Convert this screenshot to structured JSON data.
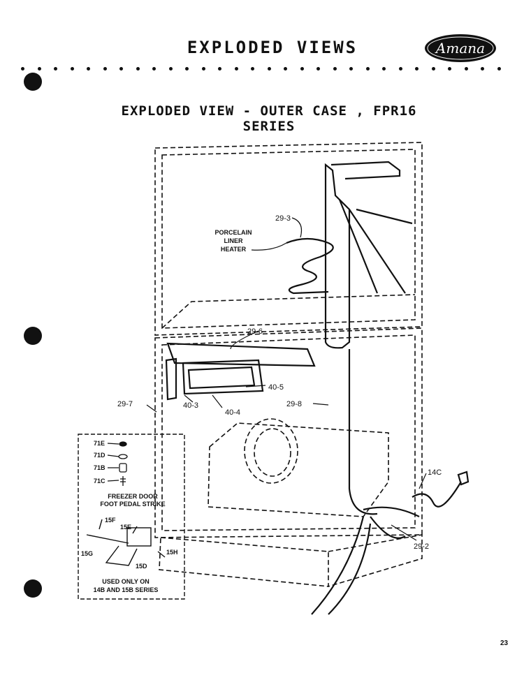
{
  "header": {
    "title": "EXPLODED VIEWS",
    "brand": "Amana"
  },
  "diagram": {
    "title": "EXPLODED VIEW - OUTER CASE , FPR16 SERIES",
    "labels": {
      "l_29_3": "29-3",
      "liner_line1": "PORCELAIN",
      "liner_line2": "LINER",
      "liner_line3": "HEATER",
      "l_29_6": "29-6",
      "l_40_5": "40-5",
      "l_40_3": "40-3",
      "l_40_4": "40-4",
      "l_29_7": "29-7",
      "l_29_8": "29-8",
      "l_14c": "14C",
      "l_29_2": "29-2"
    },
    "inset": {
      "parts_top": [
        "71E",
        "71D",
        "71B",
        "71C"
      ],
      "caption_top_1": "FREEZER DOOR",
      "caption_top_2": "FOOT PEDAL STRIKE",
      "l_15f": "15F",
      "l_15e": "15E",
      "l_15g": "15G",
      "l_15h": "15H",
      "l_15d": "15D",
      "caption_bottom_1": "USED ONLY ON",
      "caption_bottom_2": "14B AND 15B SERIES"
    }
  },
  "footer": {
    "page_number": "23"
  }
}
